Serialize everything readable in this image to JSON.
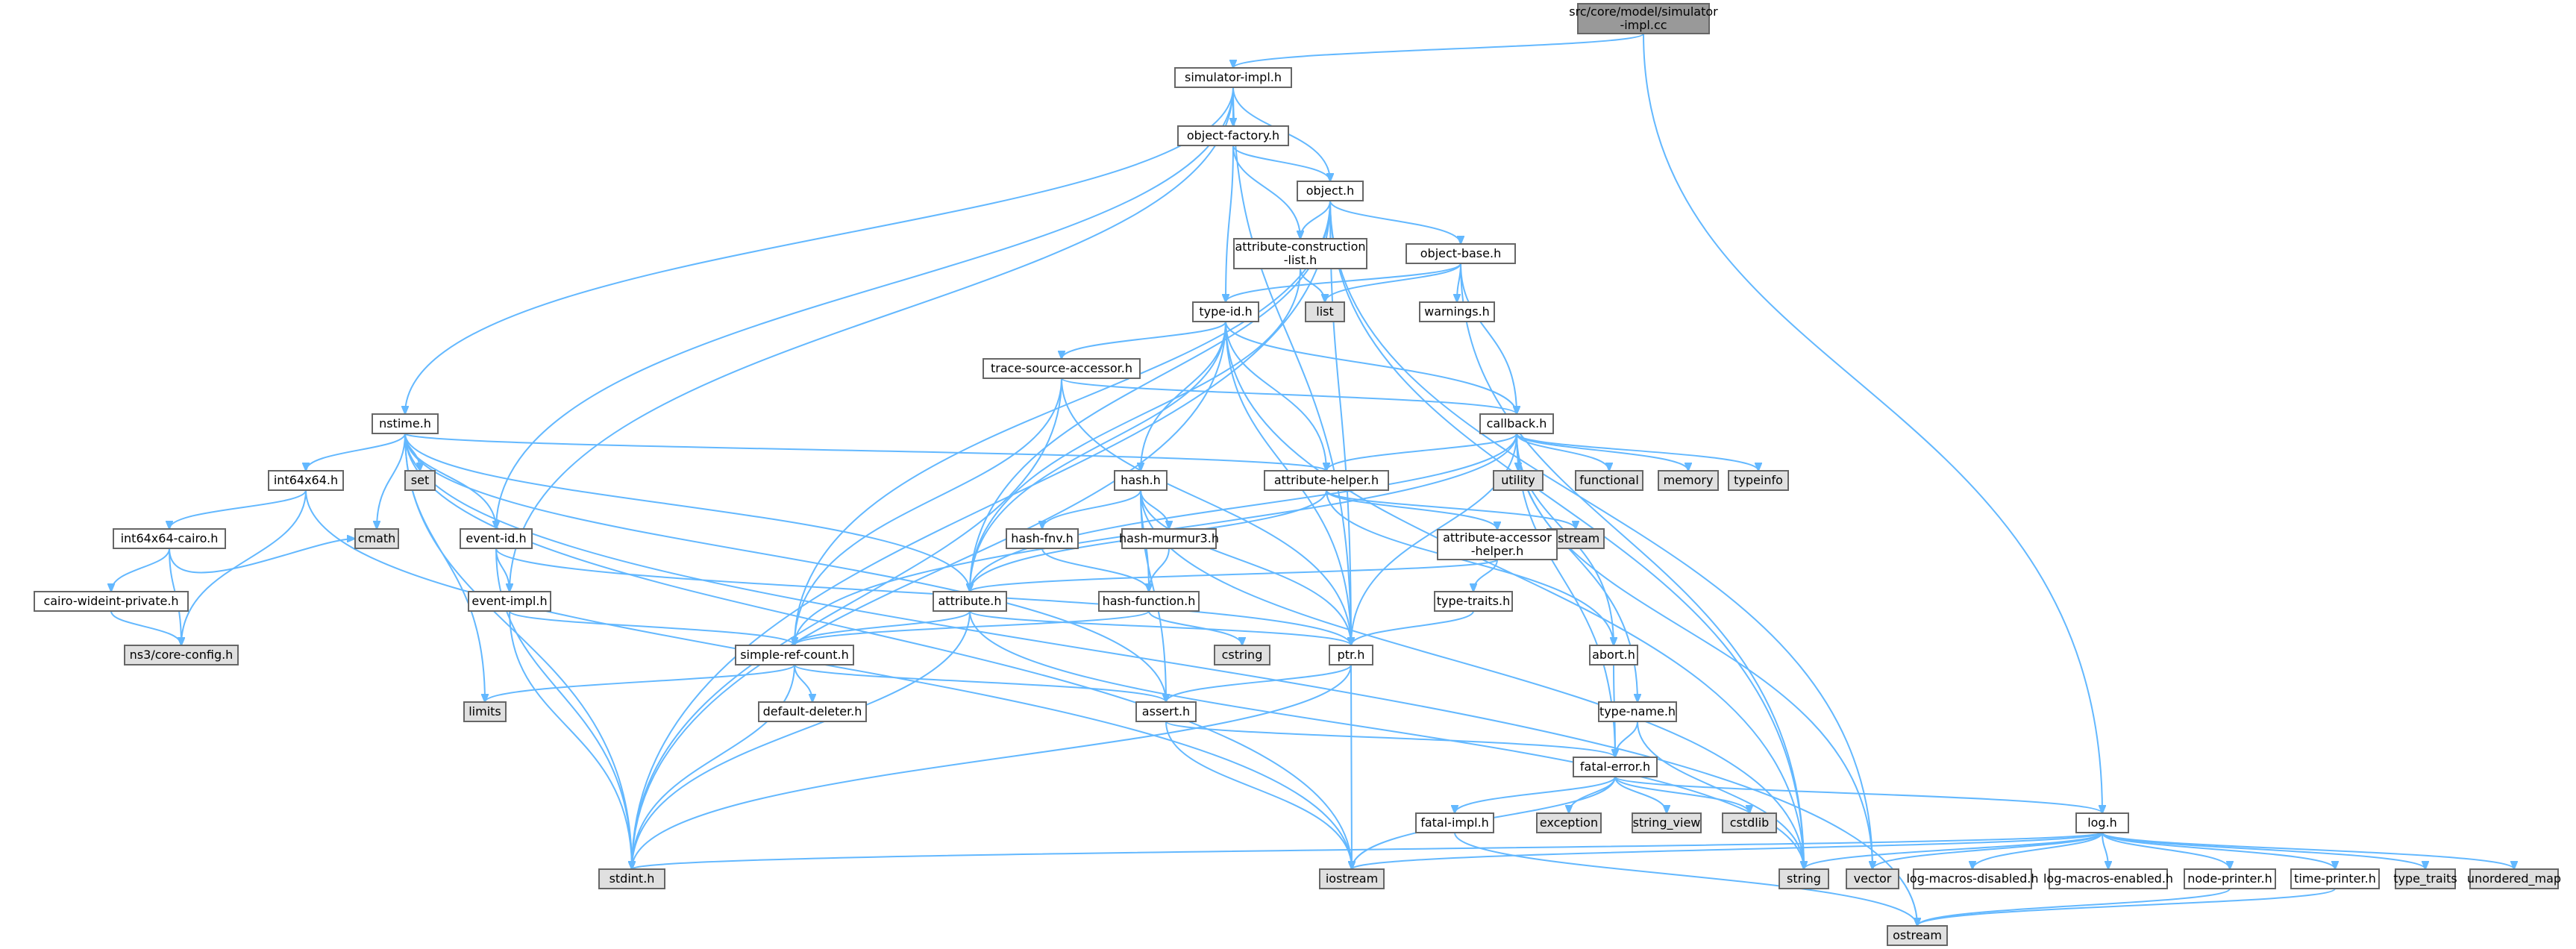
{
  "colors": {
    "root_fill": "#999999",
    "node_fill": "#ffffff",
    "system_fill": "#e0e0e0",
    "border": "#666666",
    "edge": "#63b8ff"
  },
  "nodes": [
    {
      "id": "root",
      "lines": [
        "src/core/model/simulator",
        "-impl.cc"
      ],
      "kind": "root"
    },
    {
      "id": "simimpl",
      "lines": [
        "simulator-impl.h"
      ],
      "kind": "local"
    },
    {
      "id": "log",
      "lines": [
        "log.h"
      ],
      "kind": "local"
    },
    {
      "id": "objfac",
      "lines": [
        "object-factory.h"
      ],
      "kind": "local"
    },
    {
      "id": "object",
      "lines": [
        "object.h"
      ],
      "kind": "local"
    },
    {
      "id": "attrcons",
      "lines": [
        "attribute-construction",
        "-list.h"
      ],
      "kind": "local"
    },
    {
      "id": "objbase",
      "lines": [
        "object-base.h"
      ],
      "kind": "local"
    },
    {
      "id": "list",
      "lines": [
        "list"
      ],
      "kind": "system"
    },
    {
      "id": "warnings",
      "lines": [
        "warnings.h"
      ],
      "kind": "local"
    },
    {
      "id": "typeid",
      "lines": [
        "type-id.h"
      ],
      "kind": "local"
    },
    {
      "id": "tsacc",
      "lines": [
        "trace-source-accessor.h"
      ],
      "kind": "local"
    },
    {
      "id": "callback",
      "lines": [
        "callback.h"
      ],
      "kind": "local"
    },
    {
      "id": "nstime",
      "lines": [
        "nstime.h"
      ],
      "kind": "local"
    },
    {
      "id": "set",
      "lines": [
        "set"
      ],
      "kind": "system"
    },
    {
      "id": "int64x64",
      "lines": [
        "int64x64.h"
      ],
      "kind": "local"
    },
    {
      "id": "int64cairo",
      "lines": [
        "int64x64-cairo.h"
      ],
      "kind": "local"
    },
    {
      "id": "cmath",
      "lines": [
        "cmath"
      ],
      "kind": "system"
    },
    {
      "id": "cairowide",
      "lines": [
        "cairo-wideint-private.h"
      ],
      "kind": "local"
    },
    {
      "id": "coreconfig",
      "lines": [
        "ns3/core-config.h"
      ],
      "kind": "system"
    },
    {
      "id": "eventid",
      "lines": [
        "event-id.h"
      ],
      "kind": "local"
    },
    {
      "id": "eventimpl",
      "lines": [
        "event-impl.h"
      ],
      "kind": "local"
    },
    {
      "id": "limits",
      "lines": [
        "limits"
      ],
      "kind": "system"
    },
    {
      "id": "hash",
      "lines": [
        "hash.h"
      ],
      "kind": "local"
    },
    {
      "id": "hashfnv",
      "lines": [
        "hash-fnv.h"
      ],
      "kind": "local"
    },
    {
      "id": "hashmur",
      "lines": [
        "hash-murmur3.h"
      ],
      "kind": "local"
    },
    {
      "id": "hashfunc",
      "lines": [
        "hash-function.h"
      ],
      "kind": "local"
    },
    {
      "id": "cstring",
      "lines": [
        "cstring"
      ],
      "kind": "system"
    },
    {
      "id": "attrhelper",
      "lines": [
        "attribute-helper.h"
      ],
      "kind": "local"
    },
    {
      "id": "sstream",
      "lines": [
        "sstream"
      ],
      "kind": "system"
    },
    {
      "id": "attracc",
      "lines": [
        "attribute-accessor",
        "-helper.h"
      ],
      "kind": "local"
    },
    {
      "id": "typetraits",
      "lines": [
        "type-traits.h"
      ],
      "kind": "local"
    },
    {
      "id": "attribute",
      "lines": [
        "attribute.h"
      ],
      "kind": "local"
    },
    {
      "id": "simref",
      "lines": [
        "simple-ref-count.h"
      ],
      "kind": "local"
    },
    {
      "id": "defdel",
      "lines": [
        "default-deleter.h"
      ],
      "kind": "local"
    },
    {
      "id": "ptr",
      "lines": [
        "ptr.h"
      ],
      "kind": "local"
    },
    {
      "id": "assert",
      "lines": [
        "assert.h"
      ],
      "kind": "local"
    },
    {
      "id": "abort",
      "lines": [
        "abort.h"
      ],
      "kind": "local"
    },
    {
      "id": "typename",
      "lines": [
        "type-name.h"
      ],
      "kind": "local"
    },
    {
      "id": "fatalerr",
      "lines": [
        "fatal-error.h"
      ],
      "kind": "local"
    },
    {
      "id": "fatalimpl",
      "lines": [
        "fatal-impl.h"
      ],
      "kind": "local"
    },
    {
      "id": "exception",
      "lines": [
        "exception"
      ],
      "kind": "system"
    },
    {
      "id": "stringview",
      "lines": [
        "string_view"
      ],
      "kind": "system"
    },
    {
      "id": "cstdlib",
      "lines": [
        "cstdlib"
      ],
      "kind": "system"
    },
    {
      "id": "utility",
      "lines": [
        "utility"
      ],
      "kind": "system"
    },
    {
      "id": "functional",
      "lines": [
        "functional"
      ],
      "kind": "system"
    },
    {
      "id": "memory",
      "lines": [
        "memory"
      ],
      "kind": "system"
    },
    {
      "id": "typeinfo",
      "lines": [
        "typeinfo"
      ],
      "kind": "system"
    },
    {
      "id": "stdint",
      "lines": [
        "stdint.h"
      ],
      "kind": "system"
    },
    {
      "id": "iostream",
      "lines": [
        "iostream"
      ],
      "kind": "system"
    },
    {
      "id": "string",
      "lines": [
        "string"
      ],
      "kind": "system"
    },
    {
      "id": "vector",
      "lines": [
        "vector"
      ],
      "kind": "system"
    },
    {
      "id": "logdis",
      "lines": [
        "log-macros-disabled.h"
      ],
      "kind": "local"
    },
    {
      "id": "logen",
      "lines": [
        "log-macros-enabled.h"
      ],
      "kind": "local"
    },
    {
      "id": "nodeprint",
      "lines": [
        "node-printer.h"
      ],
      "kind": "local"
    },
    {
      "id": "timeprint",
      "lines": [
        "time-printer.h"
      ],
      "kind": "local"
    },
    {
      "id": "typetraitsstd",
      "lines": [
        "type_traits"
      ],
      "kind": "system"
    },
    {
      "id": "unordmap",
      "lines": [
        "unordered_map"
      ],
      "kind": "system"
    },
    {
      "id": "ostream",
      "lines": [
        "ostream"
      ],
      "kind": "system"
    }
  ],
  "edges": [
    [
      "root",
      "simimpl"
    ],
    [
      "root",
      "log"
    ],
    [
      "simimpl",
      "objfac"
    ],
    [
      "simimpl",
      "object"
    ],
    [
      "simimpl",
      "nstime"
    ],
    [
      "simimpl",
      "eventid"
    ],
    [
      "simimpl",
      "eventimpl"
    ],
    [
      "simimpl",
      "ptr"
    ],
    [
      "objfac",
      "object"
    ],
    [
      "objfac",
      "attrcons"
    ],
    [
      "objfac",
      "typeid"
    ],
    [
      "object",
      "attrcons"
    ],
    [
      "object",
      "objbase"
    ],
    [
      "object",
      "attribute"
    ],
    [
      "object",
      "simref"
    ],
    [
      "object",
      "ptr"
    ],
    [
      "object",
      "stdint"
    ],
    [
      "object",
      "string"
    ],
    [
      "object",
      "vector"
    ],
    [
      "attrcons",
      "attribute"
    ],
    [
      "attrcons",
      "list"
    ],
    [
      "objbase",
      "typeid"
    ],
    [
      "objbase",
      "warnings"
    ],
    [
      "objbase",
      "callback"
    ],
    [
      "objbase",
      "list"
    ],
    [
      "objbase",
      "string"
    ],
    [
      "typeid",
      "tsacc"
    ],
    [
      "typeid",
      "callback"
    ],
    [
      "typeid",
      "attrhelper"
    ],
    [
      "typeid",
      "hash"
    ],
    [
      "typeid",
      "attribute"
    ],
    [
      "typeid",
      "ptr"
    ],
    [
      "typeid",
      "stdint"
    ],
    [
      "typeid",
      "string"
    ],
    [
      "tsacc",
      "callback"
    ],
    [
      "tsacc",
      "ptr"
    ],
    [
      "tsacc",
      "simref"
    ],
    [
      "tsacc",
      "stdint"
    ],
    [
      "callback",
      "attrhelper"
    ],
    [
      "callback",
      "attribute"
    ],
    [
      "callback",
      "ptr"
    ],
    [
      "callback",
      "simref"
    ],
    [
      "callback",
      "fatalerr"
    ],
    [
      "callback",
      "typename"
    ],
    [
      "callback",
      "abort"
    ],
    [
      "callback",
      "utility"
    ],
    [
      "callback",
      "functional"
    ],
    [
      "callback",
      "memory"
    ],
    [
      "callback",
      "typeinfo"
    ],
    [
      "callback",
      "vector"
    ],
    [
      "nstime",
      "int64x64"
    ],
    [
      "nstime",
      "eventid"
    ],
    [
      "nstime",
      "attribute"
    ],
    [
      "nstime",
      "attrhelper"
    ],
    [
      "nstime",
      "assert"
    ],
    [
      "nstime",
      "set"
    ],
    [
      "nstime",
      "cmath"
    ],
    [
      "nstime",
      "limits"
    ],
    [
      "nstime",
      "ostream"
    ],
    [
      "nstime",
      "stdint"
    ],
    [
      "nstime",
      "iostream"
    ],
    [
      "int64x64",
      "int64cairo"
    ],
    [
      "int64x64",
      "coreconfig"
    ],
    [
      "int64x64",
      "iostream"
    ],
    [
      "int64cairo",
      "cairowide"
    ],
    [
      "int64cairo",
      "coreconfig"
    ],
    [
      "int64cairo",
      "cmath"
    ],
    [
      "cairowide",
      "coreconfig"
    ],
    [
      "eventid",
      "eventimpl"
    ],
    [
      "eventid",
      "ptr"
    ],
    [
      "eventid",
      "stdint"
    ],
    [
      "eventimpl",
      "simref"
    ],
    [
      "eventimpl",
      "stdint"
    ],
    [
      "hash",
      "hashfnv"
    ],
    [
      "hash",
      "hashmur"
    ],
    [
      "hash",
      "hashfunc"
    ],
    [
      "hash",
      "assert"
    ],
    [
      "hash",
      "ptr"
    ],
    [
      "hash",
      "string"
    ],
    [
      "hashfnv",
      "hashfunc"
    ],
    [
      "hashmur",
      "hashfunc"
    ],
    [
      "hashfunc",
      "simref"
    ],
    [
      "hashfunc",
      "cstring"
    ],
    [
      "attrhelper",
      "attracc"
    ],
    [
      "attrhelper",
      "attribute"
    ],
    [
      "attrhelper",
      "abort"
    ],
    [
      "attrhelper",
      "sstream"
    ],
    [
      "attracc",
      "attribute"
    ],
    [
      "attracc",
      "typetraits"
    ],
    [
      "typetraits",
      "ptr"
    ],
    [
      "attribute",
      "ptr"
    ],
    [
      "attribute",
      "simref"
    ],
    [
      "attribute",
      "string"
    ],
    [
      "attribute",
      "stdint"
    ],
    [
      "simref",
      "assert"
    ],
    [
      "simref",
      "defdel"
    ],
    [
      "simref",
      "limits"
    ],
    [
      "simref",
      "stdint"
    ],
    [
      "ptr",
      "assert"
    ],
    [
      "ptr",
      "iostream"
    ],
    [
      "ptr",
      "stdint"
    ],
    [
      "assert",
      "fatalerr"
    ],
    [
      "assert",
      "iostream"
    ],
    [
      "abort",
      "fatalerr"
    ],
    [
      "typename",
      "fatalerr"
    ],
    [
      "typename",
      "string"
    ],
    [
      "fatalerr",
      "fatalimpl"
    ],
    [
      "fatalerr",
      "log"
    ],
    [
      "fatalerr",
      "exception"
    ],
    [
      "fatalerr",
      "stringview"
    ],
    [
      "fatalerr",
      "cstdlib"
    ],
    [
      "fatalerr",
      "iostream"
    ],
    [
      "fatalimpl",
      "ostream"
    ],
    [
      "log",
      "logdis"
    ],
    [
      "log",
      "logen"
    ],
    [
      "log",
      "nodeprint"
    ],
    [
      "log",
      "timeprint"
    ],
    [
      "log",
      "stdint"
    ],
    [
      "log",
      "iostream"
    ],
    [
      "log",
      "string"
    ],
    [
      "log",
      "vector"
    ],
    [
      "log",
      "typetraitsstd"
    ],
    [
      "log",
      "unordmap"
    ],
    [
      "nodeprint",
      "ostream"
    ],
    [
      "timeprint",
      "ostream"
    ]
  ]
}
